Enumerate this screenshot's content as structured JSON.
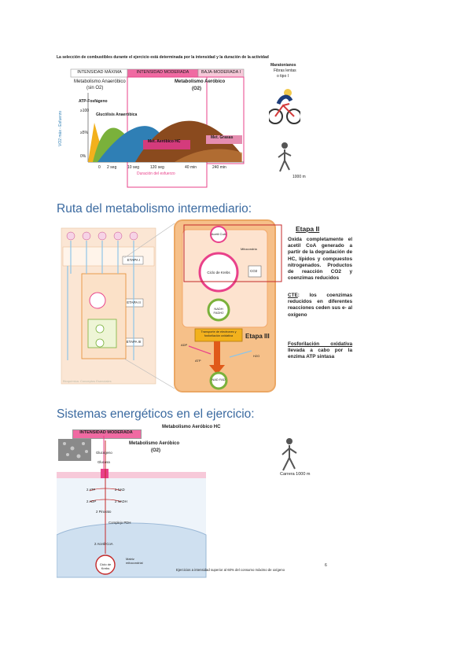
{
  "fig1": {
    "title": "La selección de combustibles durante el ejercicio está determinada por la intensidad y la duración de la actividad",
    "bands": [
      "INTENSIDAD MÁXIMA",
      "INTENSIDAD MODERADA",
      "BAJA-MODERADA I"
    ],
    "anaerobic_label": "Metabolismo Anaeróbico",
    "anaerobic_sub": "(sin O2)",
    "aerobic_label": "Metabolismo Aeróbico",
    "aerobic_sub": "(O2)",
    "atp_label": "ATP-Fosfágeno",
    "glycolysis_label": "Glucólisis Anaeróbica",
    "aerobic_hc_label": "Met. Aeróbico HC",
    "fats_label": "Met. Grasas",
    "ylabel": "VO2 máx - Esfuerzo",
    "ytick_high": "≥100",
    "ytick_mid": "≥5%",
    "ytick_low": "0%",
    "xticks": [
      "0",
      "2 seg",
      "10 seg",
      "120 seg",
      "40 min",
      "240 min"
    ],
    "xlabel": "Duración del esfuerzo",
    "marathon_title": "Maratonianos",
    "marathon_sub1": "Fibras lentas",
    "marathon_sub2": "o tipo I",
    "distance_label": "1000 m"
  },
  "heading2": "Ruta del metabolismo intermediario:",
  "fig2": {
    "stages": [
      "ETAPA I",
      "ETAPA II",
      "ETAPA III"
    ],
    "acetyl": "Acetil CoA",
    "mito": "Mitocondria",
    "krebs": "Ciclo de Krebs",
    "co2": "CO2",
    "nadh": "NADH FADH2",
    "transport": "Transporte de electrones y fosforilación oxidativa",
    "adp": "ADP",
    "atp": "ATP",
    "h2o": "H2O",
    "nadfad": "NAD FAD",
    "etapa3": "Etapa III",
    "source": "Bioquímica. Conceptos Esenciales",
    "etapa2_title": "Etapa II",
    "etapa2_text": "Oxida completamente el acetil CoA generado a partir de la degradación de HC, lípidos y compuestos nitrogenados. Productos de reacción CO2 y coenzimas reducidos",
    "cte_label": "CTE",
    "cte_text": ": los coenzimas reducidos en diferentes reacciones ceden sus e- al oxígeno",
    "fosfo_label": "Fosforilación oxidativa",
    "fosfo_text": "llevada a cabo por la enzima ATP sintasa"
  },
  "heading3": "Sistemas energéticos en el ejercicio:",
  "fig3": {
    "band": "INTENSIDAD MODERADA",
    "top_title": "Metabolismo Aeróbico HC",
    "aerobic": "Metabolismo Aeróbico",
    "aerobic_sub": "(O2)",
    "glycogen": "Glucógeno",
    "glucose": "Glucosa",
    "step1a": "2 ATP",
    "step1b": "2 NAD",
    "step2a": "2 ADP",
    "step2b": "2 NADH",
    "pyruvate": "2 Piruvato",
    "complex": "Complejo PDH",
    "acetyl": "2 Acetil-CoA",
    "krebs": "Ciclo de Krebs",
    "matrix": "Matriz mitocondrial",
    "runner_caption": "Carrera 1000 m",
    "footnote": "Ejercicios a intensidad superior al 60% del consumo máximo de oxígeno",
    "page_number": "6"
  },
  "colors": {
    "pink": "#e9418a",
    "heading": "#3b6aa0",
    "red": "#c42a2a",
    "orange": "#e58a2c"
  }
}
